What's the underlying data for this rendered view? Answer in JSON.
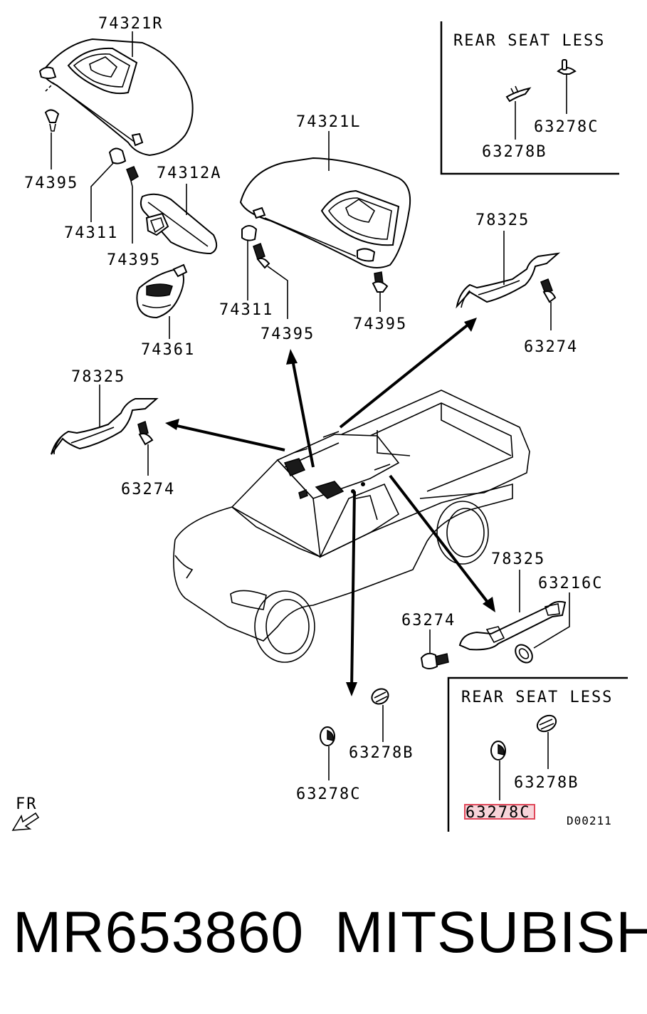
{
  "labels": {
    "visor_right": "74321R",
    "visor_left": "74321L",
    "mirror": "74312A",
    "screw_r_top": "74395",
    "holder_r": "74311",
    "screw_r_mid": "74395",
    "mirror_cover": "74361",
    "holder_l": "74311",
    "screw_l": "74395",
    "screw_l_right": "74395",
    "grip_upper_right": "78325",
    "screw_upper_right": "63274",
    "grip_left": "78325",
    "screw_left": "63274",
    "grip_lower": "78325",
    "cap_lower": "63216C",
    "screw_lower": "63274",
    "clip_b_bottom": "63278B",
    "clip_c_bottom": "63278C"
  },
  "inset_top": {
    "title": "REAR SEAT LESS",
    "clip_c": "63278C",
    "clip_b": "63278B"
  },
  "inset_bottom": {
    "title": "REAR SEAT LESS",
    "clip_b": "63278B",
    "clip_c_highlighted": "63278C",
    "diagram_code": "D00211"
  },
  "direction_marker": "FR",
  "footer": {
    "part_number": "MR653860",
    "brand": "MITSUBISHI"
  },
  "colors": {
    "highlight_box": "#e0485a",
    "highlight_fill": "#f7d4d9"
  }
}
